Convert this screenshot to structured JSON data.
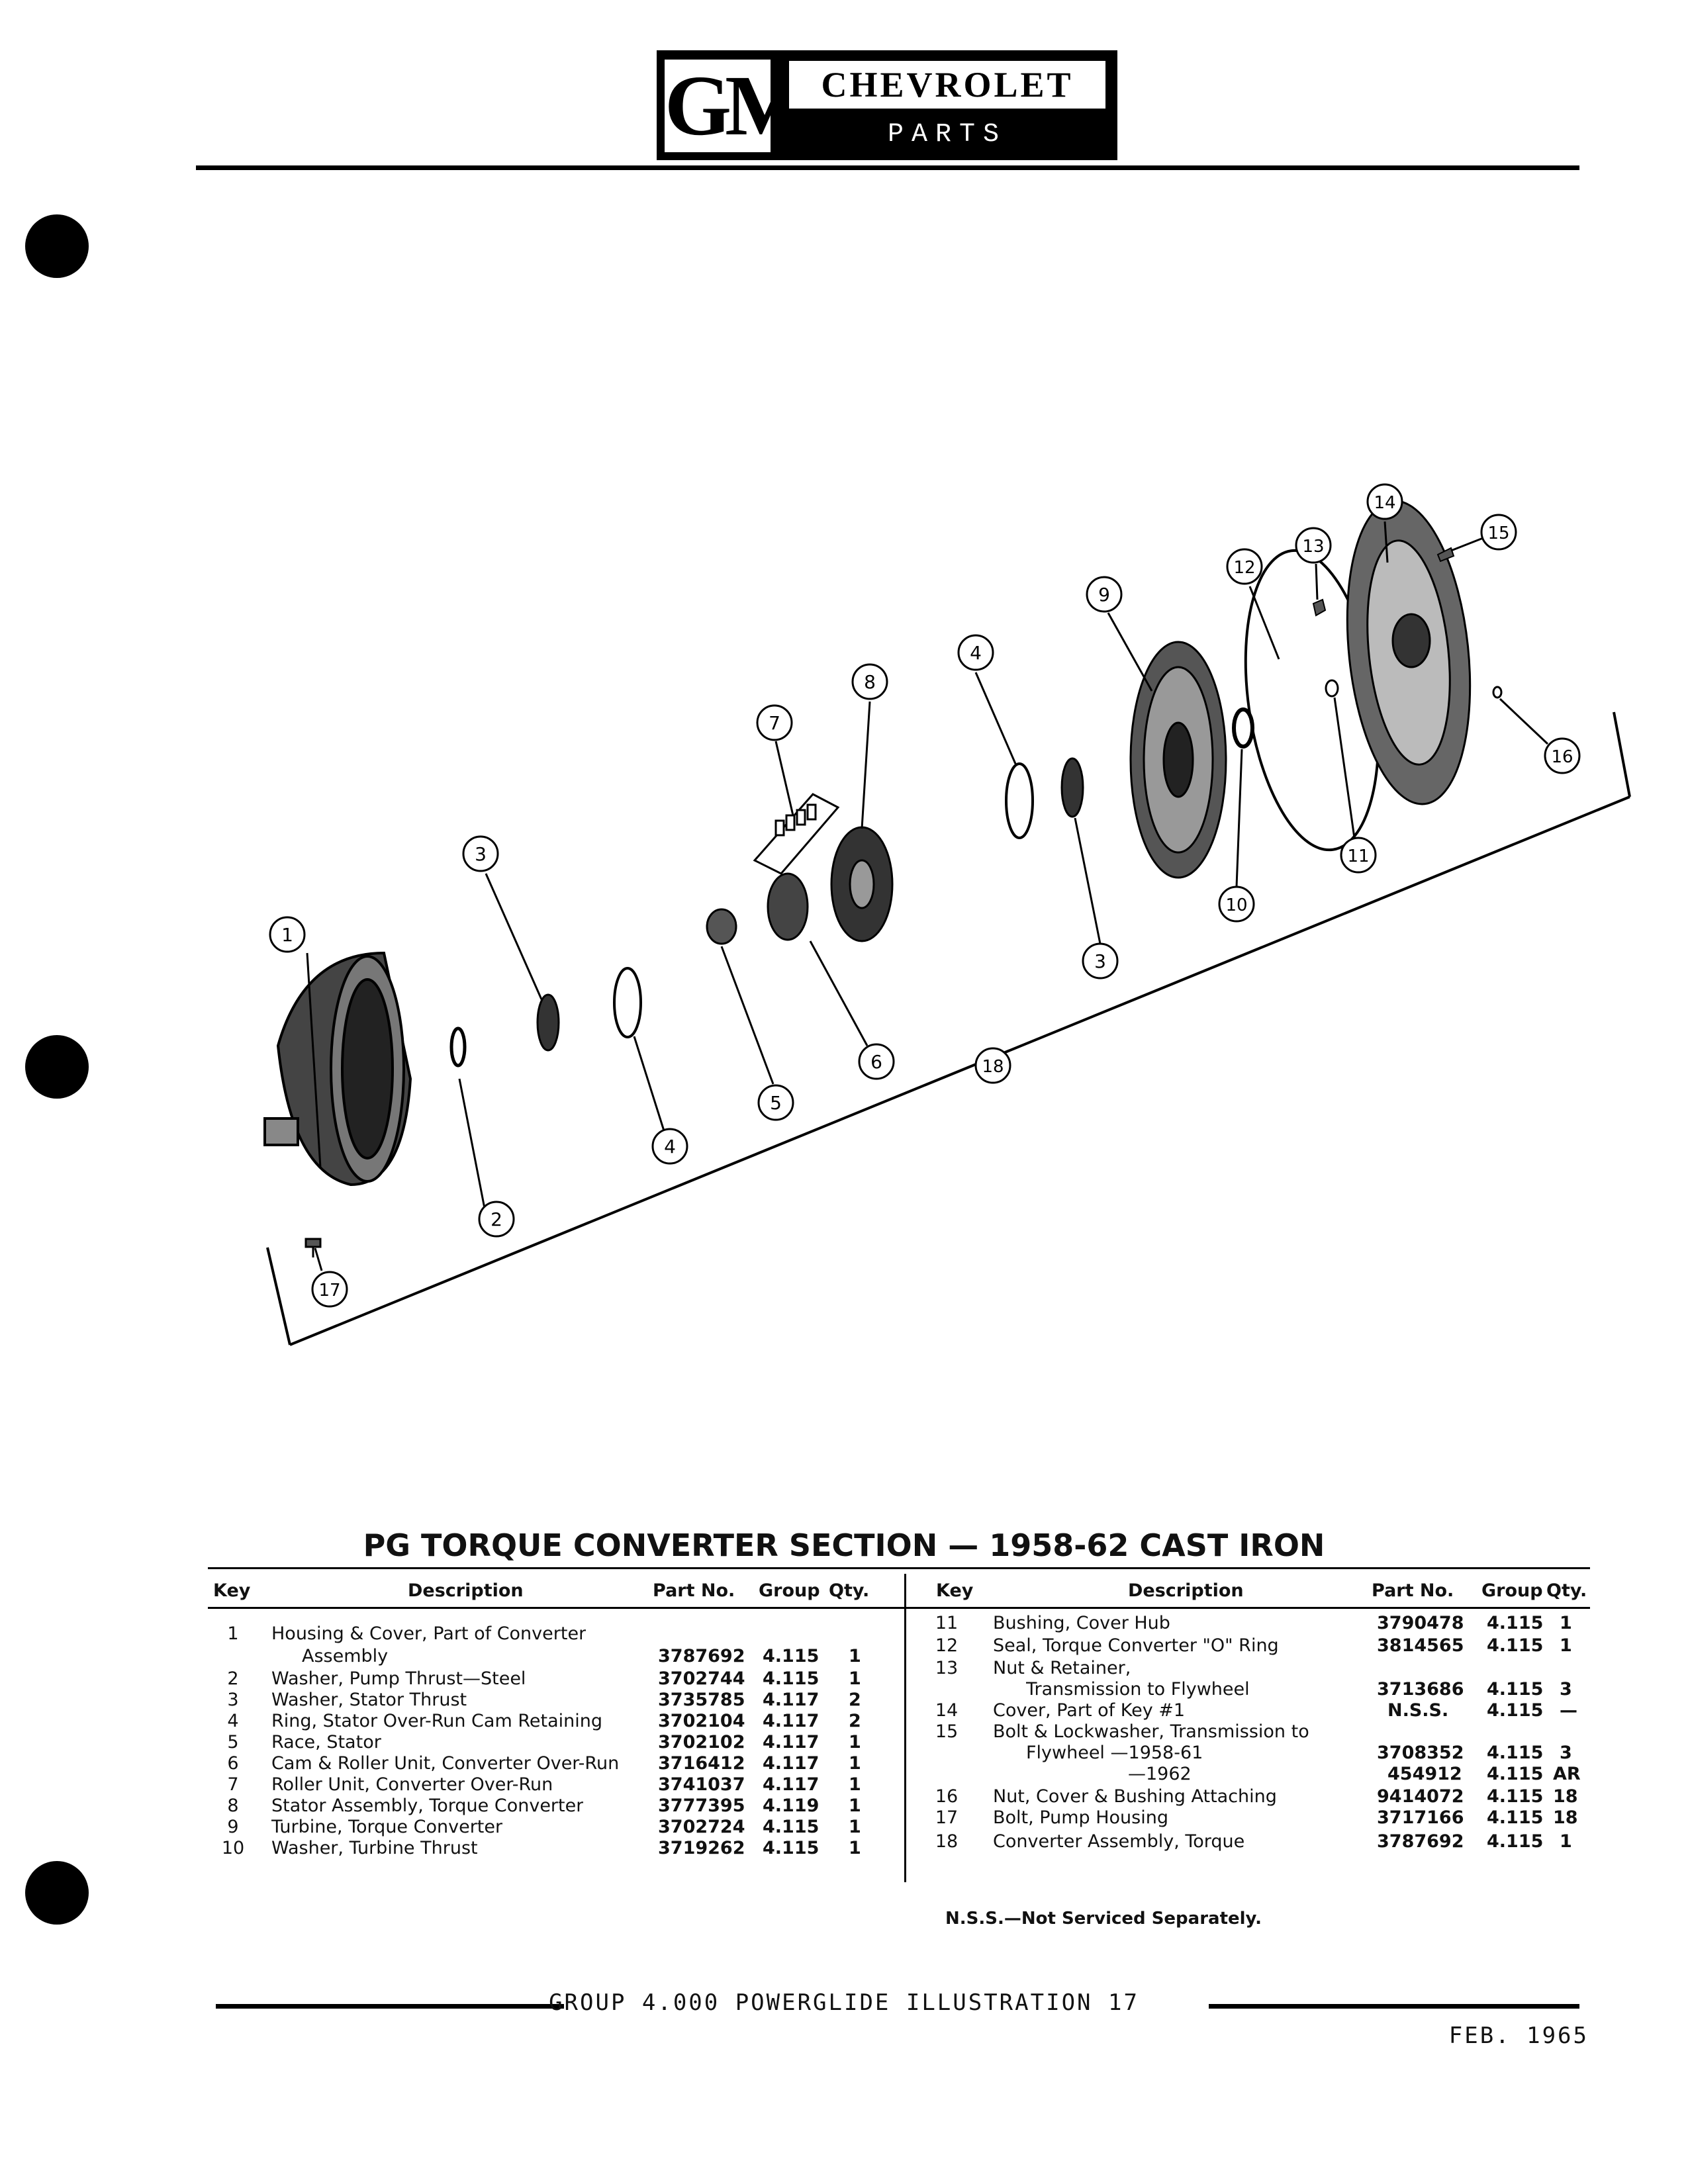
{
  "header": {
    "logo_mark": "GM",
    "brand": "CHEVROLET",
    "subtitle": "PARTS CATALOGUE"
  },
  "diagram": {
    "callouts": [
      "1",
      "2",
      "3",
      "4",
      "5",
      "6",
      "7",
      "8",
      "9",
      "3",
      "4",
      "10",
      "11",
      "12",
      "13",
      "14",
      "15",
      "16",
      "17",
      "18"
    ]
  },
  "section": {
    "title": "PG TORQUE CONVERTER SECTION — 1958-62 CAST IRON"
  },
  "table": {
    "headers": {
      "key": "Key",
      "description": "Description",
      "part_no": "Part No.",
      "group": "Group",
      "qty": "Qty."
    },
    "left_rows": [
      {
        "key": "1",
        "desc": "Housing & Cover, Part of Converter",
        "part": "",
        "group": "",
        "qty": ""
      },
      {
        "key": "",
        "desc": "Assembly",
        "part": "3787692",
        "group": "4.115",
        "qty": "1"
      },
      {
        "key": "2",
        "desc": "Washer, Pump Thrust—Steel",
        "part": "3702744",
        "group": "4.115",
        "qty": "1"
      },
      {
        "key": "3",
        "desc": "Washer, Stator Thrust",
        "part": "3735785",
        "group": "4.117",
        "qty": "2"
      },
      {
        "key": "4",
        "desc": "Ring, Stator Over-Run Cam Retaining",
        "part": "3702104",
        "group": "4.117",
        "qty": "2"
      },
      {
        "key": "5",
        "desc": "Race, Stator",
        "part": "3702102",
        "group": "4.117",
        "qty": "1"
      },
      {
        "key": "6",
        "desc": "Cam & Roller Unit, Converter Over-Run",
        "part": "3716412",
        "group": "4.117",
        "qty": "1"
      },
      {
        "key": "7",
        "desc": "Roller Unit, Converter Over-Run",
        "part": "3741037",
        "group": "4.117",
        "qty": "1"
      },
      {
        "key": "8",
        "desc": "Stator Assembly, Torque Converter",
        "part": "3777395",
        "group": "4.119",
        "qty": "1"
      },
      {
        "key": "9",
        "desc": "Turbine, Torque Converter",
        "part": "3702724",
        "group": "4.115",
        "qty": "1"
      },
      {
        "key": "10",
        "desc": "Washer, Turbine Thrust",
        "part": "3719262",
        "group": "4.115",
        "qty": "1"
      }
    ],
    "right_rows": [
      {
        "key": "11",
        "desc": "Bushing, Cover Hub",
        "part": "3790478",
        "group": "4.115",
        "qty": "1"
      },
      {
        "key": "12",
        "desc": "Seal, Torque Converter \"O\" Ring",
        "part": "3814565",
        "group": "4.115",
        "qty": "1"
      },
      {
        "key": "13",
        "desc": "Nut & Retainer,",
        "part": "",
        "group": "",
        "qty": ""
      },
      {
        "key": "",
        "desc": "Transmission to Flywheel",
        "part": "3713686",
        "group": "4.115",
        "qty": "3"
      },
      {
        "key": "14",
        "desc": "Cover, Part of Key #1",
        "part": "N.S.S.",
        "group": "4.115",
        "qty": "—"
      },
      {
        "key": "15",
        "desc": "Bolt & Lockwasher, Transmission to",
        "part": "",
        "group": "",
        "qty": ""
      },
      {
        "key": "",
        "desc": "Flywheel —1958-61",
        "part": "3708352",
        "group": "4.115",
        "qty": "3"
      },
      {
        "key": "",
        "desc": "—1962",
        "part": "454912",
        "group": "4.115",
        "qty": "AR"
      },
      {
        "key": "16",
        "desc": "Nut, Cover & Bushing Attaching",
        "part": "9414072",
        "group": "4.115",
        "qty": "18"
      },
      {
        "key": "17",
        "desc": "Bolt, Pump Housing",
        "part": "3717166",
        "group": "4.115",
        "qty": "18"
      },
      {
        "key": "18",
        "desc": "Converter Assembly, Torque",
        "part": "3787692",
        "group": "4.115",
        "qty": "1"
      }
    ],
    "footnote": "N.S.S.—Not Serviced Separately."
  },
  "footer": {
    "caption": "GROUP 4.000 POWERGLIDE ILLUSTRATION 17",
    "date": "FEB. 1965"
  }
}
